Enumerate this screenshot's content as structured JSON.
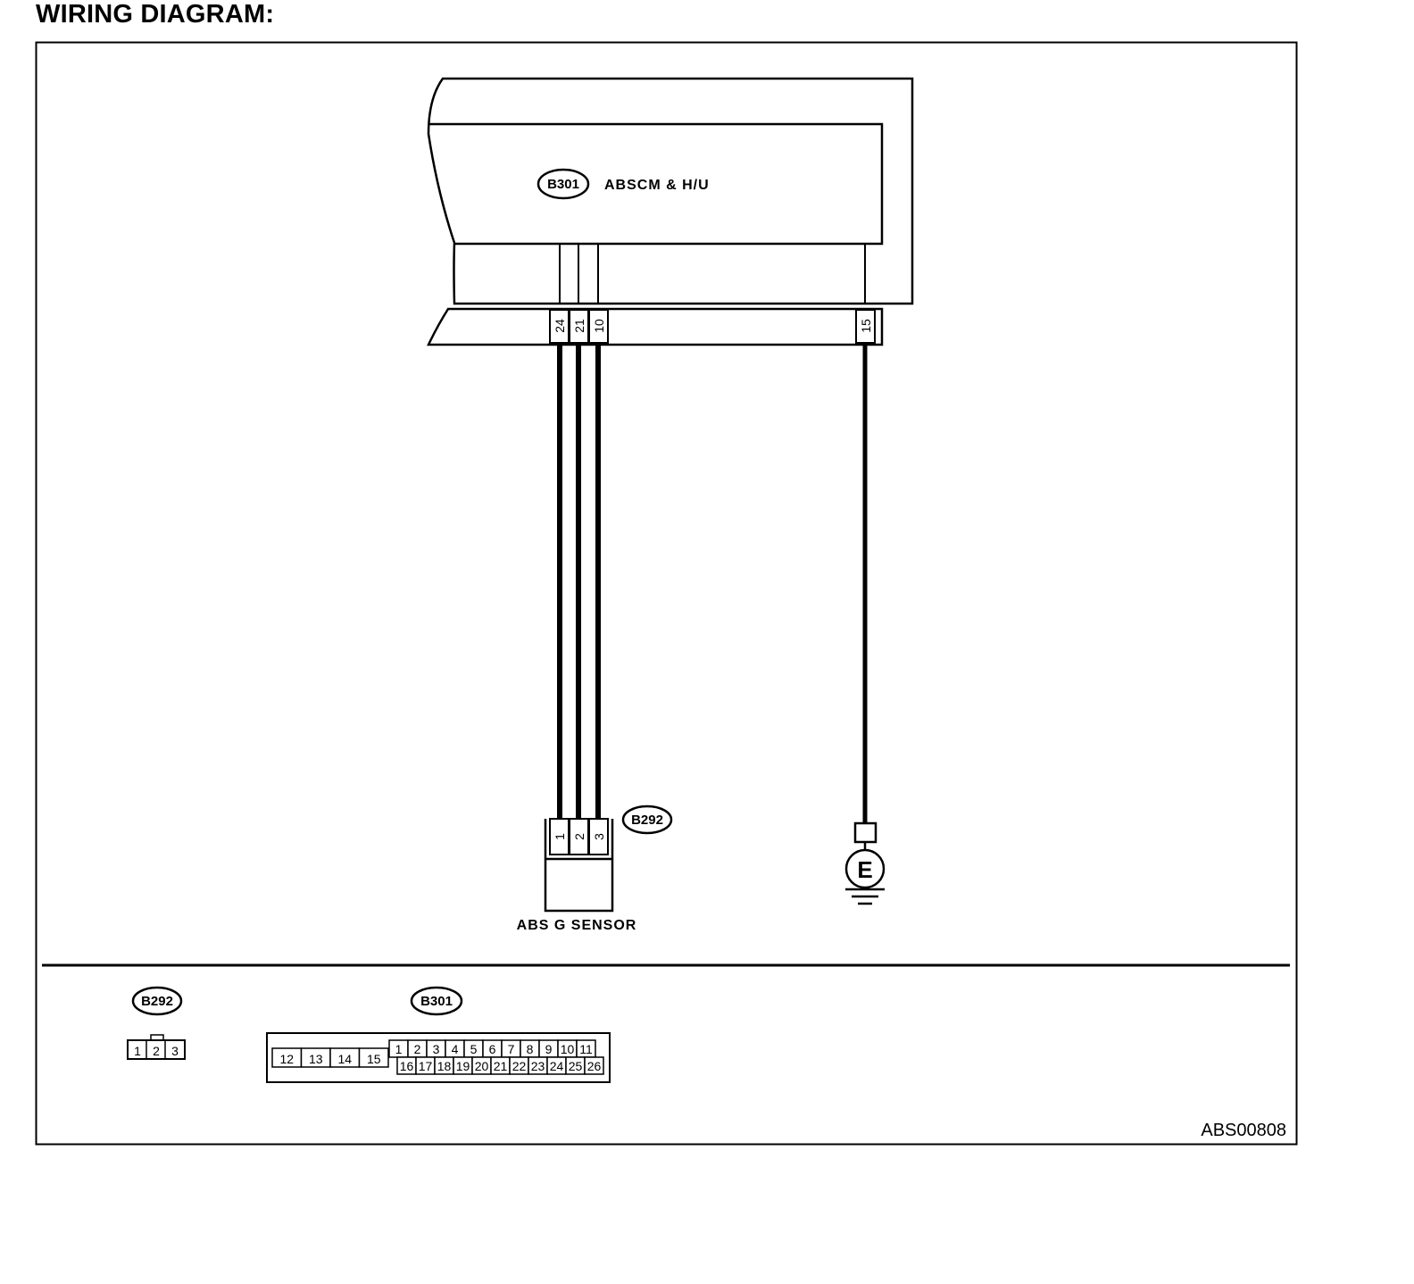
{
  "heading": "WIRING DIAGRAM:",
  "control_module": {
    "connector_id": "B301",
    "name": "ABSCM & H/U",
    "pins": [
      "24",
      "21",
      "10",
      "15"
    ]
  },
  "sensor": {
    "connector_id": "B292",
    "name": "ABS G SENSOR",
    "pins": [
      "1",
      "2",
      "3"
    ]
  },
  "ground": {
    "label": "E"
  },
  "connector_views": {
    "b292": {
      "id": "B292",
      "pins": [
        "1",
        "2",
        "3"
      ]
    },
    "b301": {
      "id": "B301",
      "left_pins": [
        "12",
        "13",
        "14",
        "15"
      ],
      "top_row": [
        "1",
        "2",
        "3",
        "4",
        "5",
        "6",
        "7",
        "8",
        "9",
        "10",
        "11"
      ],
      "bottom_row": [
        "16",
        "17",
        "18",
        "19",
        "20",
        "21",
        "22",
        "23",
        "24",
        "25",
        "26"
      ]
    }
  },
  "figure_ref": "ABS00808"
}
